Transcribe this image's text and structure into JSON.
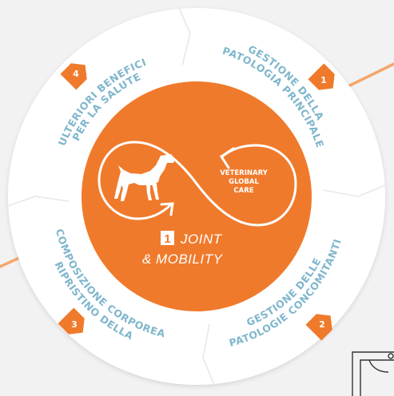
{
  "colors": {
    "orange": "#f07a2b",
    "label_blue": "#7fb6cc",
    "ring_white": "#ffffff",
    "background": "#f2f2f3"
  },
  "segments": [
    {
      "number": "1",
      "line1": "GESTIONE DELLA",
      "line2": "PATOLOGIA PRINCIPALE"
    },
    {
      "number": "2",
      "line1": "GESTIONE DELLE",
      "line2": "PATOLOGIE CONCOMITANTI"
    },
    {
      "number": "3",
      "line1": "RIPRISTINO DELLA",
      "line2": "COMPOSIZIONE CORPOREA"
    },
    {
      "number": "4",
      "line1": "ULTERIORI BENEFICI",
      "line2": "PER LA SALUTE"
    }
  ],
  "center": {
    "badge_line1": "VETERINARY",
    "badge_line2": "GLOBAL",
    "badge_line3": "CARE",
    "brand_number": "1",
    "brand_line1": "JOINT",
    "brand_line2": "& MOBILITY",
    "dog_icon": "dog-icon",
    "infinity_icon": "infinity-arrows-icon"
  }
}
